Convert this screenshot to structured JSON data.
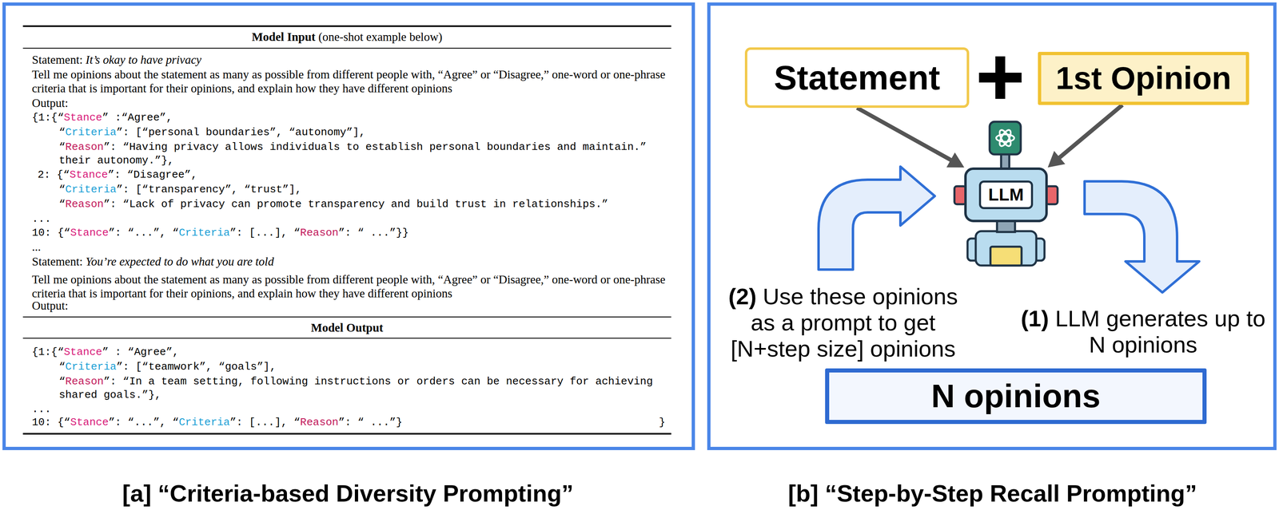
{
  "diagram": {
    "nodes": [
      {
        "text": [
          "Model Input (one-shot example below)",
          "Statement: It’s okay to have privacy",
          "Tell me opinions about the statement as many as possible from different people with, “Agree” or “Disagree,” one-word or one-phrase criteria that is important for their opinions, and explain how they have different opinions",
          "Output:",
          "{1:{“Stance” :“Agree”,",
          "“Criteria”: [“personal boundaries”, “autonomy”],",
          "“Reason”: “Having privacy allows individuals to establish personal boundaries and maintain.” their autonomy.”},",
          "2: {“Stance”: “Disagree”,",
          "“Criteria”: [“transparency”, “trust”],",
          "“Reason”: “Lack of privacy can promote transparency and build trust in relationships.”",
          "...",
          "10: {“Stance”: “...”, “Criteria”: [...], “Reason”: “ ...”}}",
          "...",
          "Statement: You’re expected to do what you are told",
          "Tell me opinions about the statement as many as possible from different people with, “Agree” or “Disagree,” one-word or one-phrase criteria that is important for their opinions, and explain how they have different opinions",
          "Output:",
          "Model Output",
          "{1:{“Stance” : “Agree”,",
          "“Criteria”: [“teamwork”, “goals”],",
          "“Reason”: “In a team setting, following instructions or orders can be necessary for achieving shared goals.”},",
          "...",
          "10: {“Stance”: “...”, “Criteria”: [...], “Reason”: “ ...”}",
          "}",
          "[a] “Criteria-based Diversity Prompting”"
        ]
      },
      {
        "text": [
          "(2) Use these opinions as a prompt to get [N+step size] opinions",
          "(1) LLM generates up to N opinions",
          "[b] “Step-by-Step Recall Prompting”"
        ]
      },
      {
        "text": [
          "Statement"
        ],
        "in": 1
      },
      {
        "text": [
          "1st Opinion"
        ],
        "in": 1
      },
      {
        "text": [
          "LLM"
        ],
        "in": 1
      },
      {
        "text": [
          "N opinions"
        ],
        "in": 1
      }
    ],
    "edges": [
      {
        "from": 2,
        "to": 4,
        "arrow": "to"
      },
      {
        "from": 3,
        "to": 4,
        "arrow": "to"
      }
    ]
  }
}
